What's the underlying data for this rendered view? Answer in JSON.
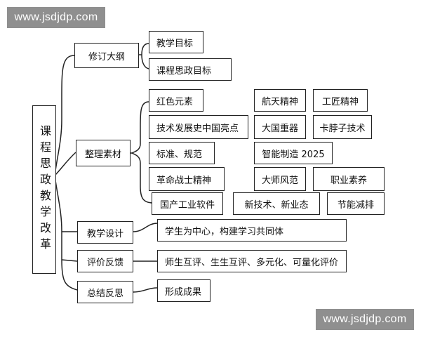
{
  "watermarks": {
    "top_left": "www.jsdjdp.com",
    "bottom_right": "www.jsdjdp.com"
  },
  "root": "课程思政教学改革",
  "branches": {
    "revise_syllabus": {
      "label": "修订大纲",
      "children": [
        "教学目标",
        "课程思政目标"
      ]
    },
    "organize_materials": {
      "label": "整理素材",
      "children": [
        "红色元素",
        "航天精神",
        "工匠精神",
        "技术发展史中国亮点",
        "大国重器",
        "卡脖子技术",
        "标准、规范",
        "智能制造 2025",
        "革命战士精神",
        "大师风范",
        "职业素养",
        "国产工业软件",
        "新技术、新业态",
        "节能减排"
      ]
    },
    "teaching_design": {
      "label": "教学设计",
      "children": [
        "学生为中心，构建学习共同体"
      ]
    },
    "evaluation_feedback": {
      "label": "评价反馈",
      "children": [
        "师生互评、生生互评、多元化、可量化评价"
      ]
    },
    "summary_reflection": {
      "label": "总结反思",
      "children": [
        "形成成果"
      ]
    }
  }
}
